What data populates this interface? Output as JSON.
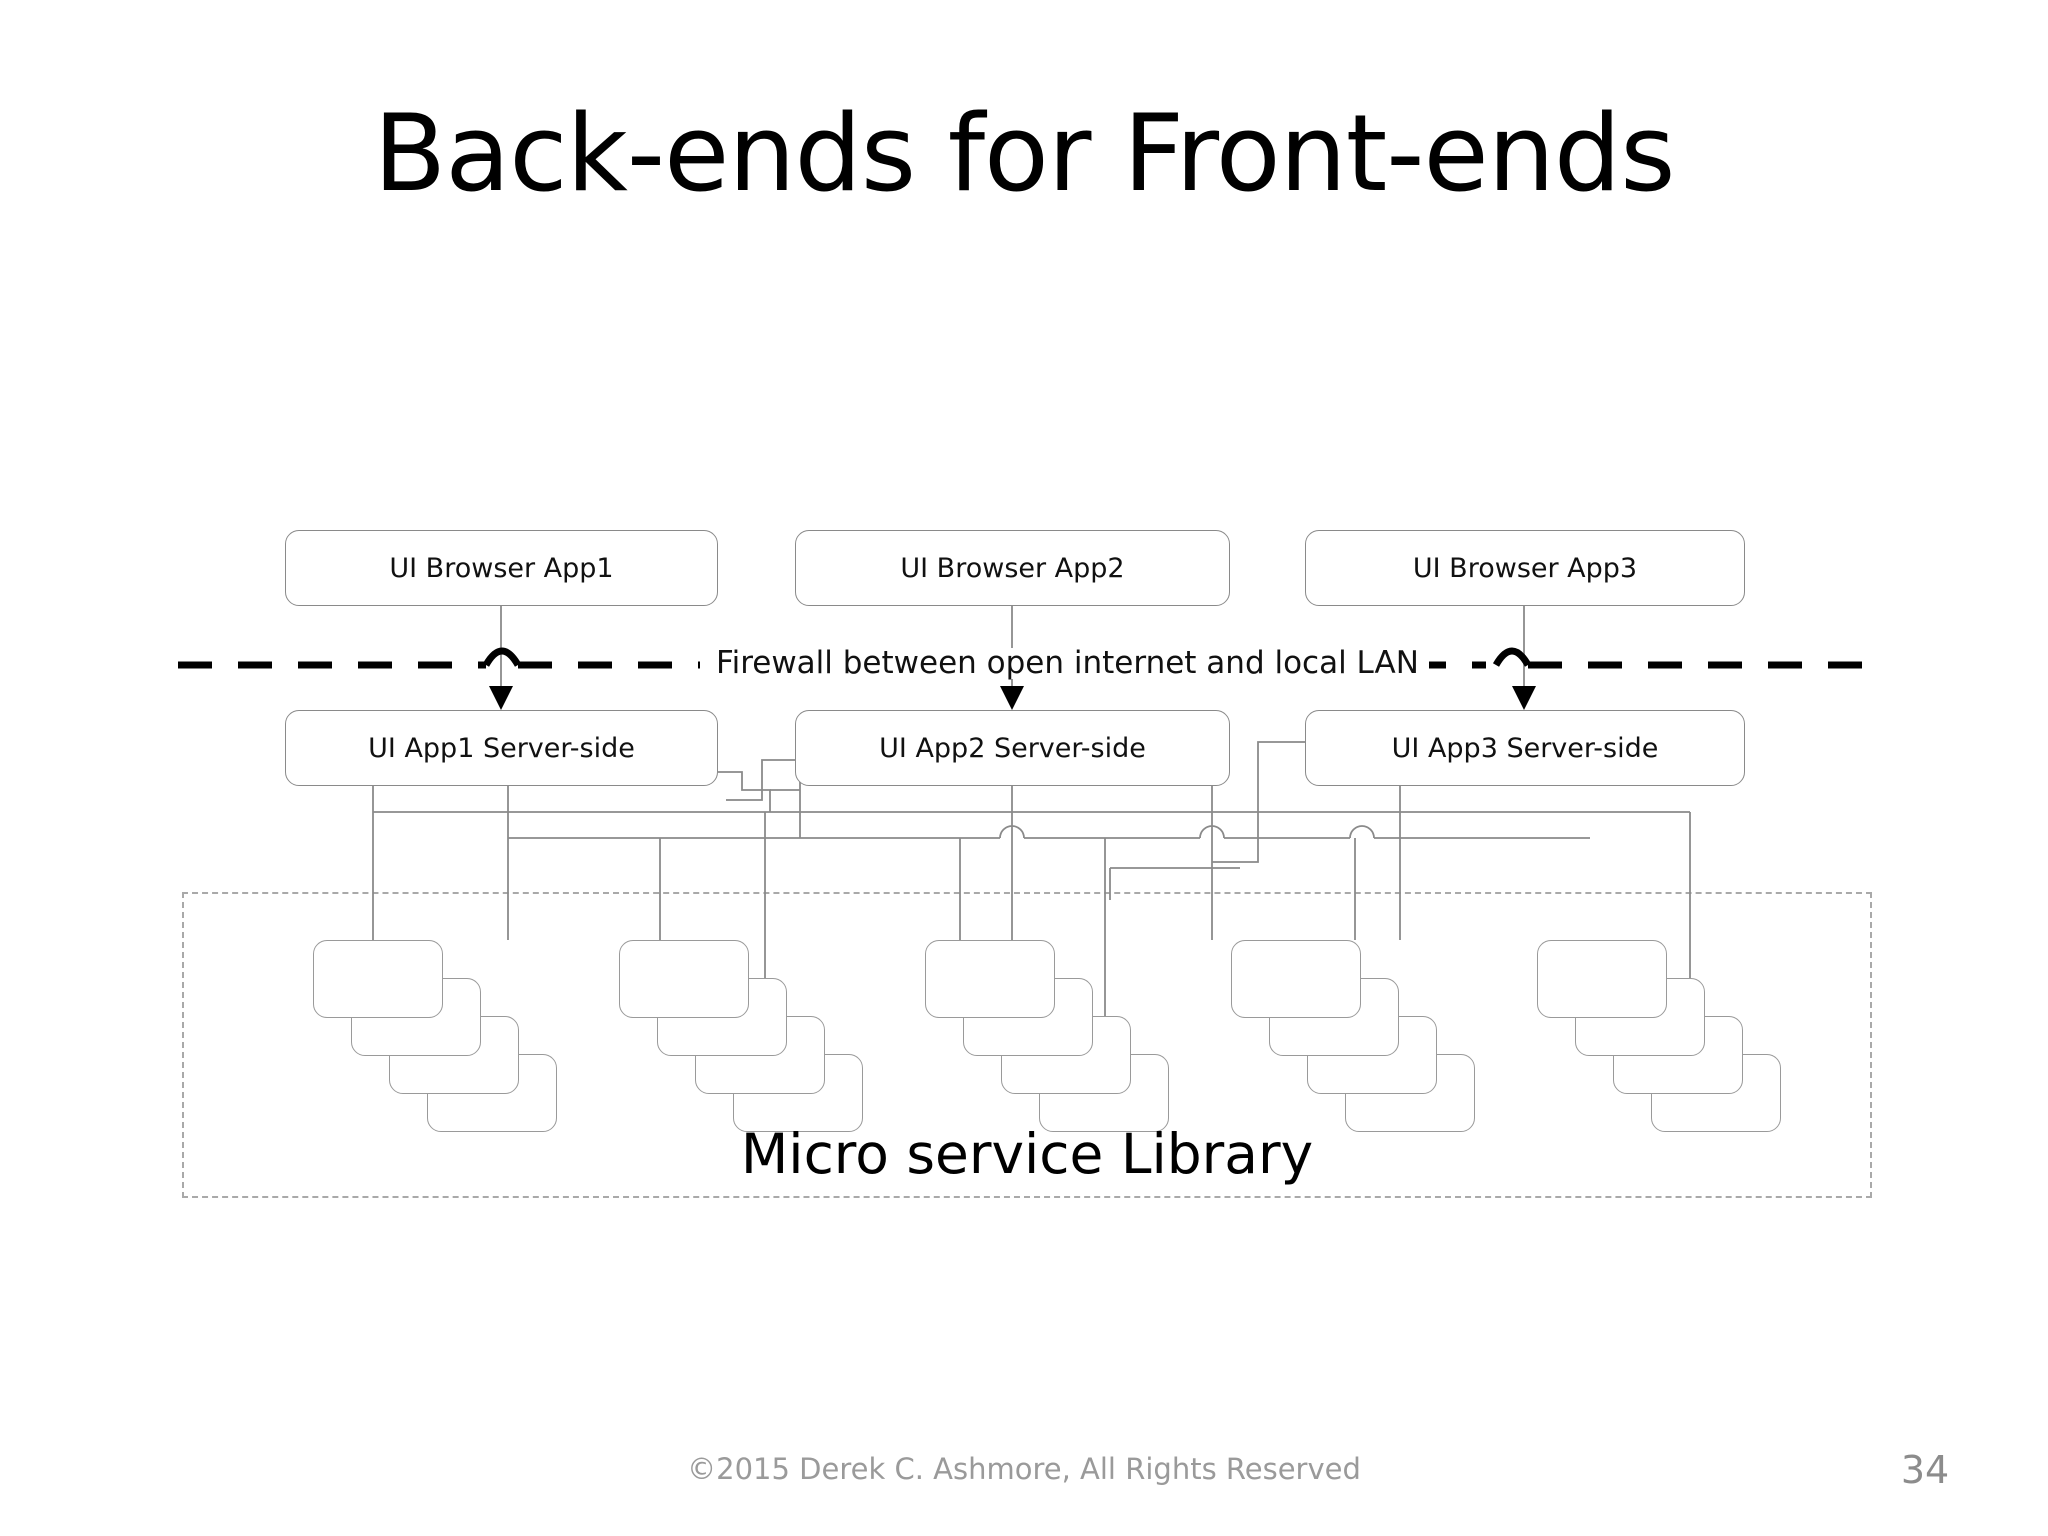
{
  "slide": {
    "title": "Back-ends for Front-ends",
    "page_number": "34",
    "copyright": "©2015 Derek C. Ashmore, All Rights Reserved",
    "background_color": "#ffffff"
  },
  "diagram": {
    "browser_tier": [
      {
        "label": "UI Browser App1"
      },
      {
        "label": "UI Browser App2"
      },
      {
        "label": "UI Browser App3"
      }
    ],
    "firewall": {
      "label": "Firewall between open internet and local LAN",
      "style": "dashed",
      "color": "#000000"
    },
    "server_tier": [
      {
        "label": "UI App1 Server-side"
      },
      {
        "label": "UI App2 Server-side"
      },
      {
        "label": "UI App3 Server-side"
      }
    ],
    "microservice_library": {
      "label": "Micro service Library",
      "border_style": "dashed",
      "border_color": "#a9a9a9",
      "stack_count": 5,
      "cards_per_stack": 4
    },
    "line_color": "#8a8a8a",
    "box_border_color": "#8a8a8a"
  }
}
